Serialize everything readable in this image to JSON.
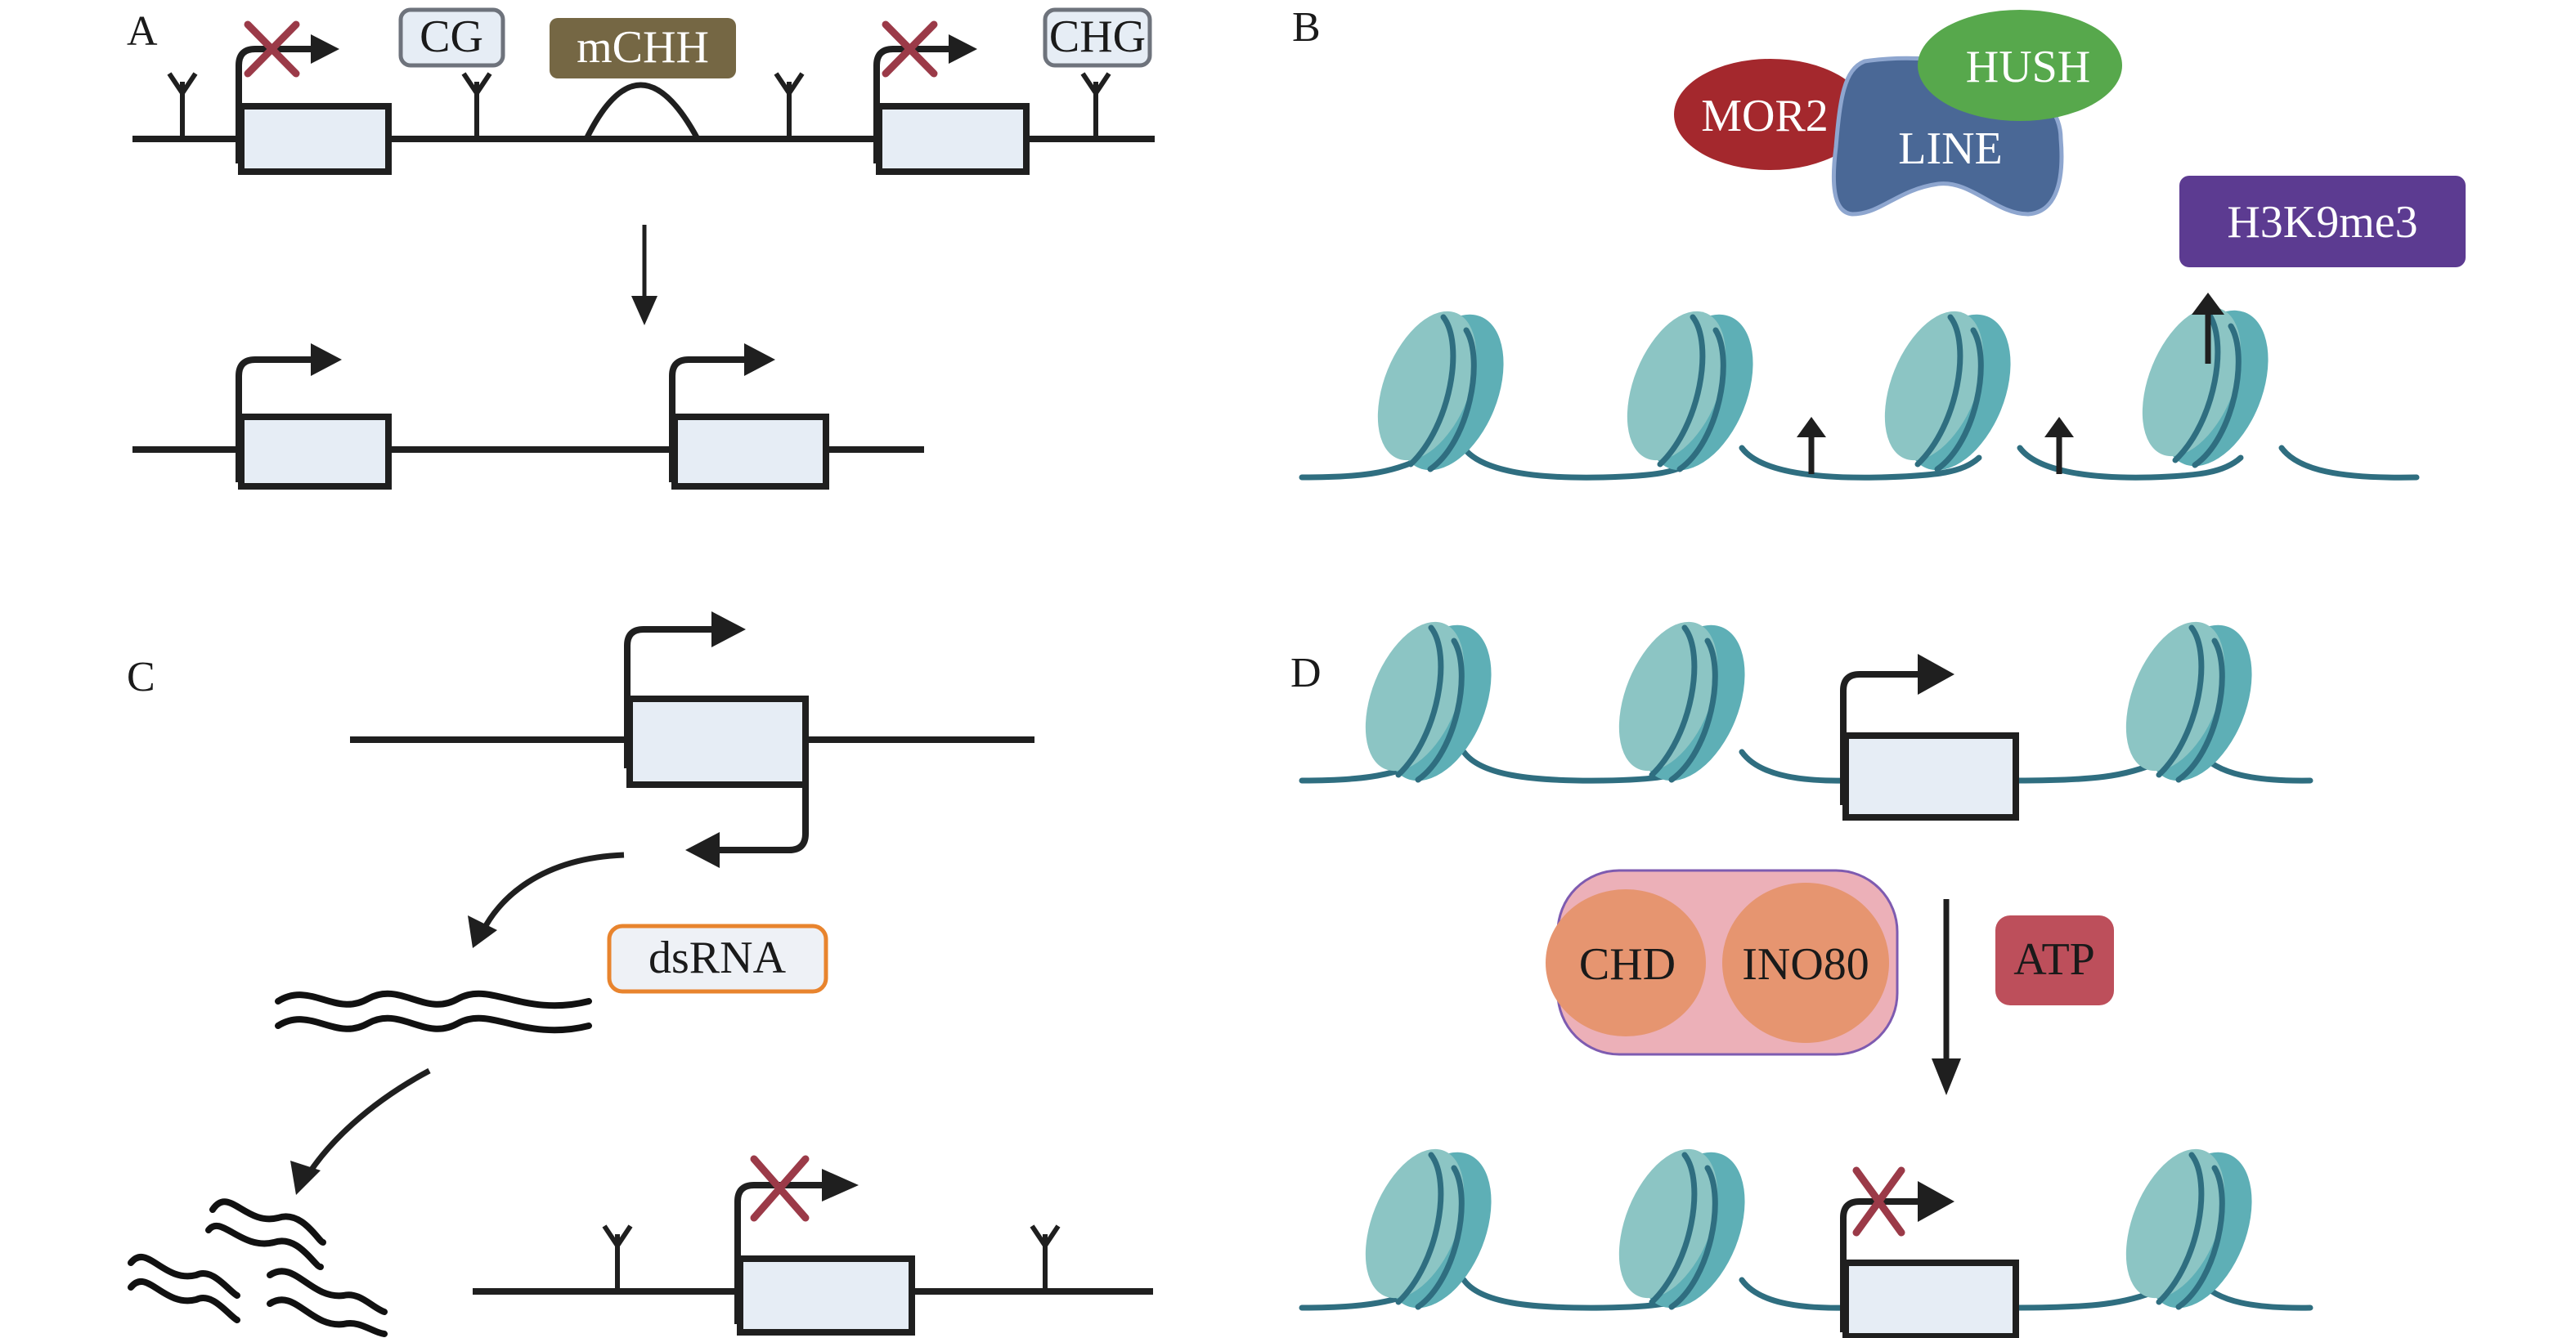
{
  "figure": {
    "panels": {
      "A": {
        "label": "A",
        "tags": {
          "cg": "CG",
          "mchh": "mCHH",
          "chg": "CHG"
        }
      },
      "B": {
        "label": "B",
        "proteins": {
          "mor2": "MOR2",
          "line": "LINE",
          "hush": "HUSH"
        },
        "mark": "H3K9me3"
      },
      "C": {
        "label": "C",
        "tag": "dsRNA"
      },
      "D": {
        "label": "D",
        "remodelers": [
          "CHD",
          "INO80"
        ],
        "cofactor": "ATP"
      }
    },
    "colors": {
      "gene_fill": "#e6edf5",
      "block_x": "#9b3a48",
      "mchh_box": "#756744",
      "cg_box": "#e6edf5",
      "mor2": "#a4282d",
      "line": "#4a6896",
      "hush": "#57a84c",
      "h3k9me3": "#5c3b91",
      "dsrna_border": "#e8842e",
      "remodeler_complex": "#ecb0b8",
      "remodeler_subunit": "#e69570",
      "atp": "#bd4f5b",
      "nucleosome_face": "#8cc5c4",
      "nucleosome_side": "#5eafb6",
      "dna": "#2f6e80"
    }
  }
}
